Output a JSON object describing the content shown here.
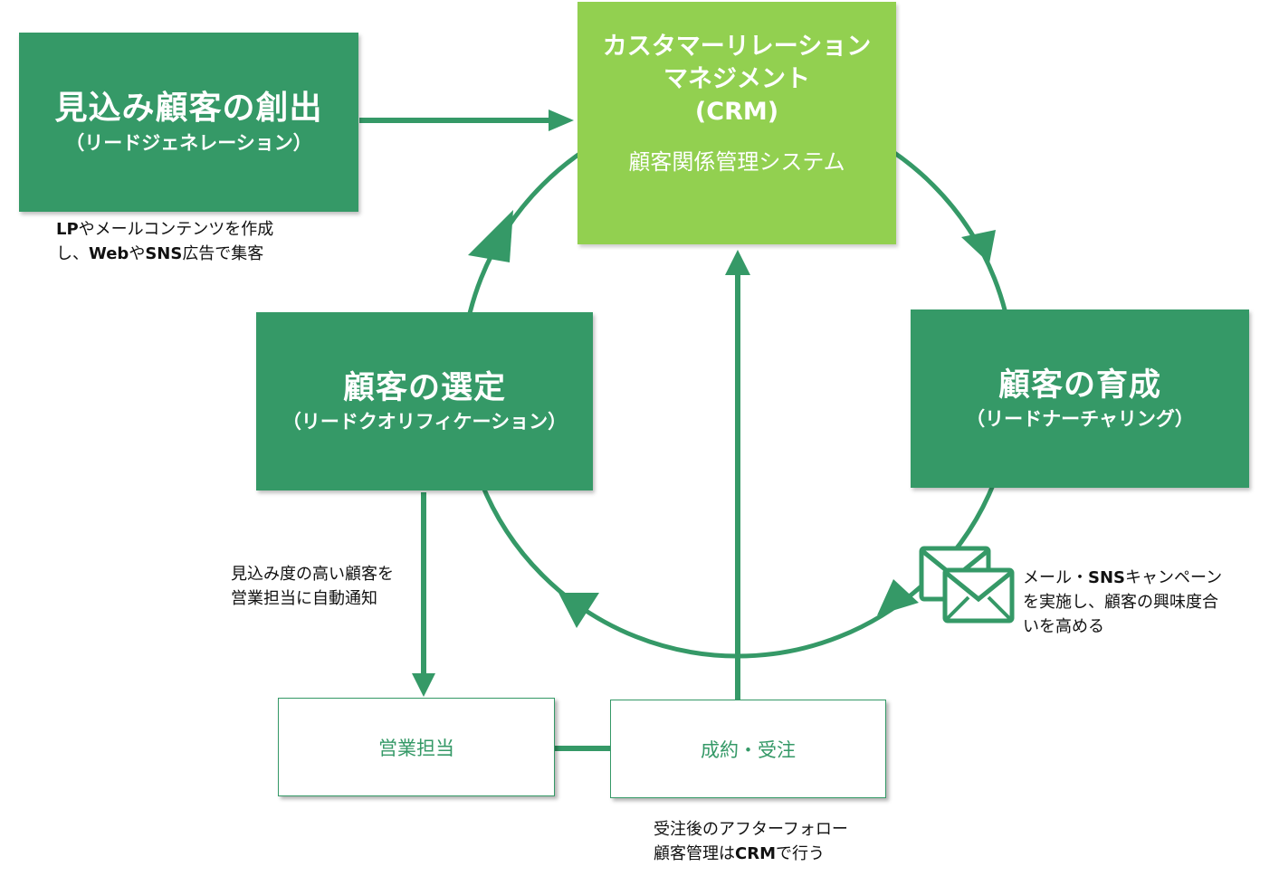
{
  "boxes": {
    "lead_generation": {
      "title": "見込み顧客の創出",
      "subtitle": "（リードジェネレーション）"
    },
    "crm": {
      "line1": "カスタマーリレーション",
      "line2": "マネジメント",
      "line3": "(CRM)",
      "subtitle": "顧客関係管理システム"
    },
    "lead_qualification": {
      "title": "顧客の選定",
      "subtitle": "（リードクオリフィケーション）"
    },
    "lead_nurturing": {
      "title": "顧客の育成",
      "subtitle": "（リードナーチャリング）"
    },
    "sales_rep": {
      "label": "営業担当"
    },
    "deal_closed": {
      "label": "成約・受注"
    }
  },
  "notes": {
    "lead_generation_note": {
      "line1_bold": "LP",
      "line1_rest": "やメールコンテンツを作成",
      "line2_a": "し、",
      "line2_bold1": "Web",
      "line2_b": "や",
      "line2_bold2": "SNS",
      "line2_c": "広告で集客"
    },
    "qualification_note": {
      "line1": "見込み度の高い顧客を",
      "line2": "営業担当に自動通知"
    },
    "nurturing_note": {
      "line1_a": "メール・",
      "line1_bold": "SNS",
      "line1_b": "キャンペーン",
      "line2": "を実施し、顧客の興味度合",
      "line3": "いを高める"
    },
    "after_sales_note": {
      "line1": "受注後のアフターフォロー",
      "line2_a": "顧客管理は",
      "line2_bold": "CRM",
      "line2_b": "で行う"
    }
  },
  "icons": {
    "mail": "envelope-icon"
  },
  "colors": {
    "dark_green": "#359967",
    "lime_green": "#92d050",
    "white": "#ffffff"
  }
}
